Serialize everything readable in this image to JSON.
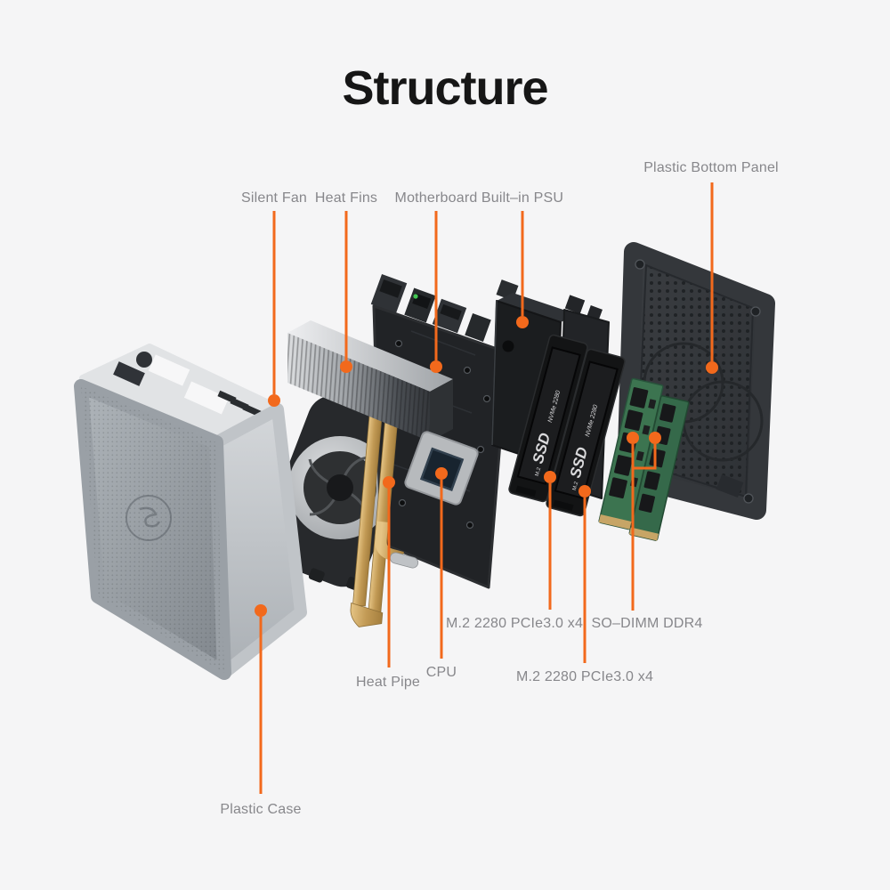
{
  "page": {
    "title": "Structure",
    "background_color": "#F5F5F6",
    "accent_color": "#F2691C",
    "label_color": "#87878B",
    "title_color": "#161616"
  },
  "callouts": {
    "silent_fan": "Silent Fan",
    "heat_fins": "Heat Fins",
    "motherboard": "Motherboard",
    "built_in_psu": "Built–in PSU",
    "plastic_bottom_panel": "Plastic Bottom Panel",
    "m2_ssd_top": "M.2 2280 PCIe3.0 x4",
    "so_dimm": "SO–DIMM DDR4",
    "cpu": "CPU",
    "heat_pipe": "Heat Pipe",
    "m2_ssd_bottom": "M.2 2280 PCIe3.0 x4",
    "plastic_case": "Plastic Case"
  },
  "components": {
    "ssd_type": "M.2",
    "ssd_label": "SSD",
    "ssd_spec": "NVMe 2280"
  }
}
